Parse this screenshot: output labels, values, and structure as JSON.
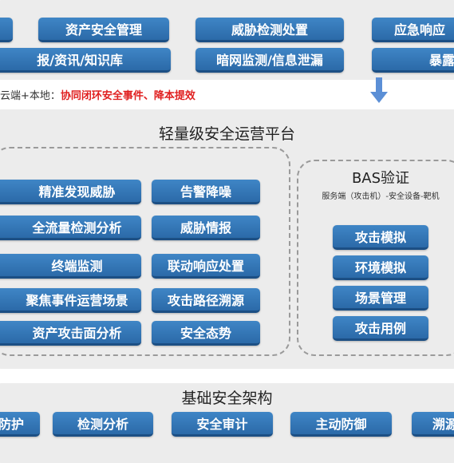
{
  "top": {
    "row1": [
      "",
      "资产安全管理",
      "威胁检测处置",
      "应急响应"
    ],
    "row2": [
      "报/资讯/知识库",
      "暗网监测/信息泄漏",
      "暴露"
    ],
    "note_black": "云端+本地：",
    "note_red": "协同闭环安全事件、降本提效"
  },
  "platform": {
    "title": "轻量级安全运营平台",
    "left_col1": [
      "精准发现威胁",
      "全流量检测分析",
      "终端监测",
      "聚焦事件运营场景",
      "资产攻击面分析"
    ],
    "left_col2": [
      "告警降噪",
      "威胁情报",
      "联动响应处置",
      "攻击路径溯源",
      "安全态势"
    ],
    "bas": {
      "title": "BAS验证",
      "subtitle": "服务端（攻击机）-安全设备-靶机",
      "items": [
        "攻击模拟",
        "环境模拟",
        "场景管理",
        "攻击用例"
      ]
    }
  },
  "base": {
    "title": "基础安全架构",
    "items": [
      "防护",
      "检测分析",
      "安全审计",
      "主动防御",
      "溯源"
    ]
  },
  "colors": {
    "button_top": "#3f86c6",
    "button_bottom": "#2b6aa8",
    "panel": "#ececec",
    "note_red": "#e02020",
    "arrow": "#5b8fd6"
  }
}
